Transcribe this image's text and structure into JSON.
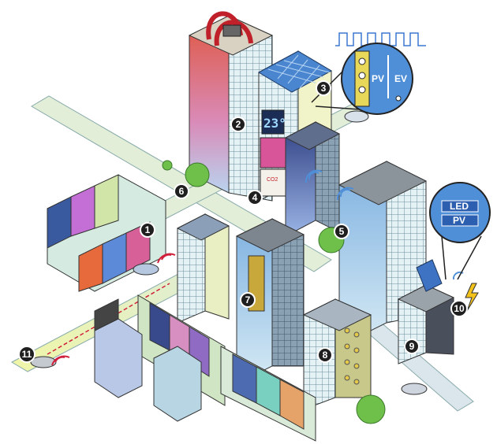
{
  "illustration": {
    "callouts": [
      "1",
      "2",
      "3",
      "4",
      "5",
      "6",
      "7",
      "8",
      "9",
      "10",
      "11"
    ],
    "lens_pv_vertical": "PV",
    "lens_ev_label": "EV",
    "lens_led": "LED",
    "lens_pv": "PV",
    "display_temperature": "23°",
    "display_co2": "CO2"
  },
  "colors": {
    "road": "#e7f0c8",
    "callout_bg": "#1f1f1f",
    "lens_blue": "#4f8fd8",
    "window_glass": "#bfe3ee",
    "tower_red": "#e0563f",
    "signal_red": "#d0213c"
  }
}
